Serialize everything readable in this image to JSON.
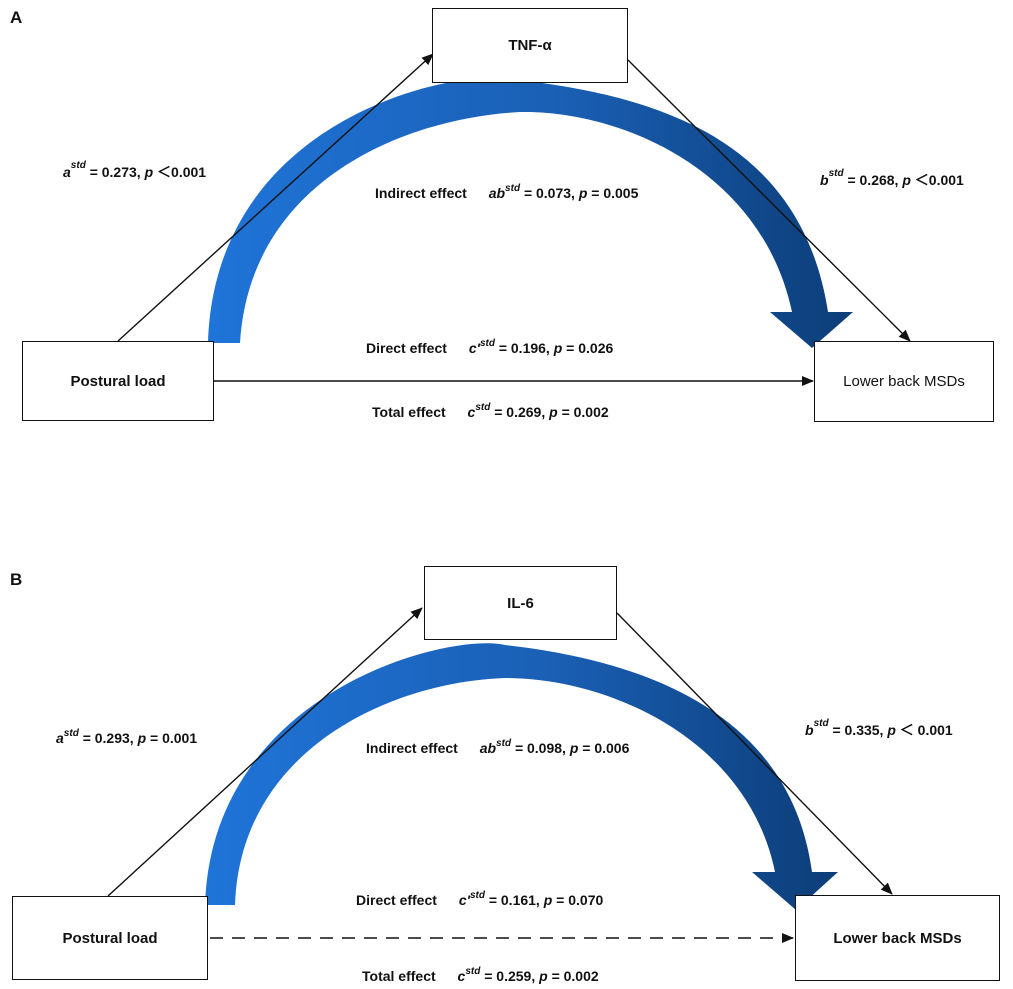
{
  "panels": [
    {
      "letter": "A",
      "mediator": "TNF-α",
      "predictor": "Postural load",
      "outcome": "Lower back MSDs",
      "a_path": {
        "sym": "a",
        "sup": "std",
        "val": "= 0.273,",
        "p": "p",
        "ptext": "＜0.001"
      },
      "b_path": {
        "sym": "b",
        "sup": "std",
        "val": "= 0.268,",
        "p": "p",
        "ptext": "＜0.001"
      },
      "indirect": {
        "label": "Indirect effect",
        "sym": "ab",
        "sup": "std",
        "val": "= 0.073,",
        "p": "p",
        "ptext": "= 0.005"
      },
      "direct": {
        "label": "Direct effect",
        "sym": "c'",
        "sup": "std",
        "val": "= 0.196,",
        "p": "p",
        "ptext": "= 0.026",
        "line_style": "solid"
      },
      "total": {
        "label": "Total effect",
        "sym": "c",
        "sup": "std",
        "val": "= 0.269,",
        "p": "p",
        "ptext": "= 0.002"
      }
    },
    {
      "letter": "B",
      "mediator": "IL-6",
      "predictor": "Postural load",
      "outcome": "Lower back MSDs",
      "a_path": {
        "sym": "a",
        "sup": "std",
        "val": "= 0.293,",
        "p": "p",
        "ptext": "= 0.001"
      },
      "b_path": {
        "sym": "b",
        "sup": "std",
        "val": "= 0.335,",
        "p": "p",
        "ptext": "＜ 0.001"
      },
      "indirect": {
        "label": "Indirect effect",
        "sym": "ab",
        "sup": "std",
        "val": "= 0.098,",
        "p": "p",
        "ptext": "= 0.006"
      },
      "direct": {
        "label": "Direct effect",
        "sym": "c'",
        "sup": "std",
        "val": "= 0.161,",
        "p": "p",
        "ptext": "= 0.070",
        "line_style": "dashed"
      },
      "total": {
        "label": "Total effect",
        "sym": "c",
        "sup": "std",
        "val": "= 0.259,",
        "p": "p",
        "ptext": "= 0.002"
      }
    }
  ],
  "colors": {
    "arc_light": "#1e6fd0",
    "arc_dark": "#0d3f7a",
    "line": "#111111"
  }
}
